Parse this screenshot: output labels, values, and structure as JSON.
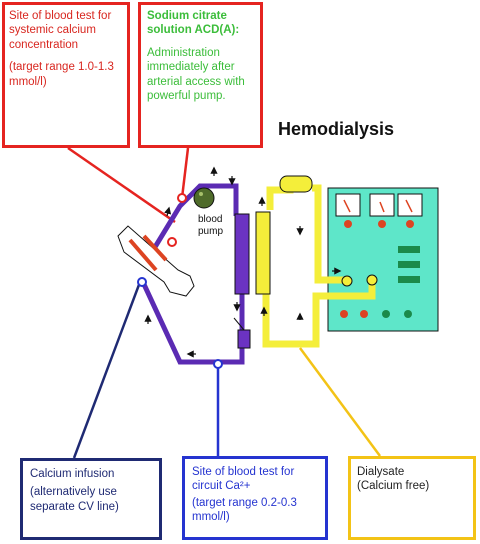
{
  "title": "Hemodialysis",
  "blood_pump_label": [
    "blood",
    "pump"
  ],
  "box_systemic": {
    "line1": "Site of blood test for systemic calcium concentration",
    "line2": "(target range 1.0-1.3 mmol/l)"
  },
  "box_citrate": {
    "title": "Sodium citrate solution ACD(A):",
    "body": "Administration immediately after arterial access with powerful pump."
  },
  "box_calcium": {
    "line1": "Calcium infusion",
    "line2": "(alternatively use separate CV line)"
  },
  "box_circuit": {
    "line1": "Site of blood test for circuit Ca²+",
    "line2": "(target range 0.2-0.3 mmol/l)"
  },
  "box_dialysate": {
    "line1": "Dialysate",
    "line2": "(Calcium free)"
  },
  "colors": {
    "red": "#e52420",
    "green_text": "#3bbd3a",
    "blue_dark": "#1f2a73",
    "blue": "#2534d0",
    "yellow": "#f3c316",
    "tubing": "#5b2bb3",
    "machine": "#5ee6c9",
    "dialysate_tubing": "#f4ee3a"
  },
  "icons": [
    "arm-icon",
    "blood-pump-icon",
    "dialyzer-icon",
    "dialysis-machine-icon",
    "flow-arrow-icon"
  ]
}
